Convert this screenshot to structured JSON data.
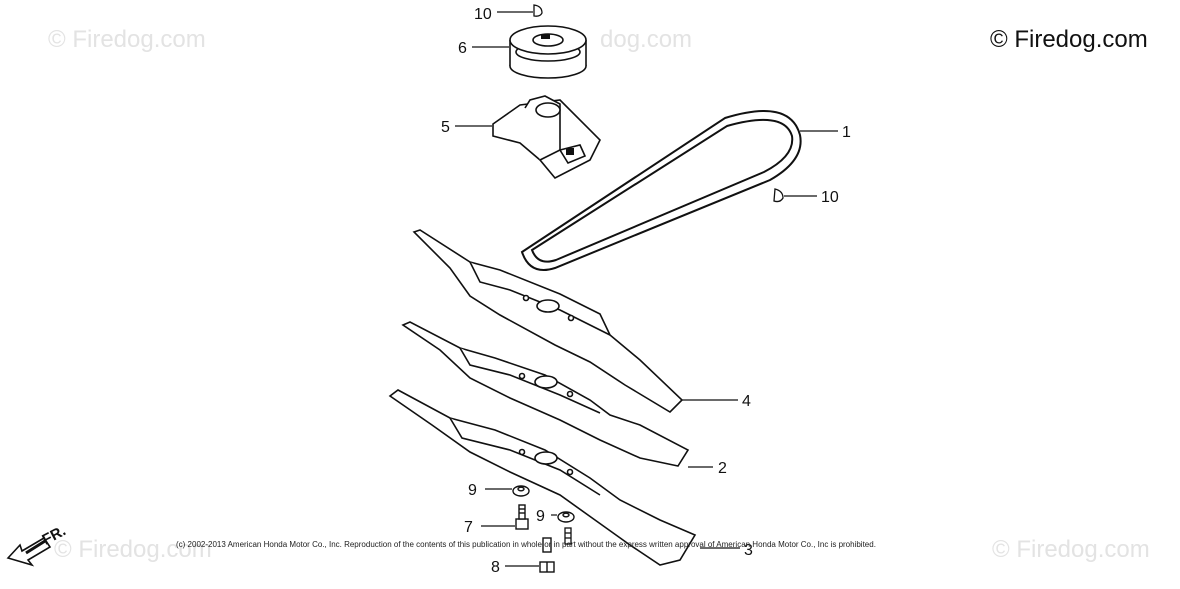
{
  "watermarks": {
    "main": "© Firedog.com",
    "faint_top_left": "© Firedog.com",
    "faint_top_center": "dog.com",
    "faint_bottom_left": "© Firedog.com",
    "faint_bottom_right": "© Firedog.com"
  },
  "copyright_notice": "(c) 2002-2013 American Honda Motor Co., Inc. Reproduction of the contents of this publication in whole or in part without the express written approval of American Honda Motor Co., Inc is prohibited.",
  "front_indicator": "FR.",
  "callouts": {
    "belt": "1",
    "blade_middle": "2",
    "blade_lower": "3",
    "blade_upper": "4",
    "blade_holder": "5",
    "pulley": "6",
    "bolt": "7",
    "nut": "8",
    "washer_left": "9",
    "washer_right": "9",
    "key_top": "10",
    "key_right": "10"
  }
}
